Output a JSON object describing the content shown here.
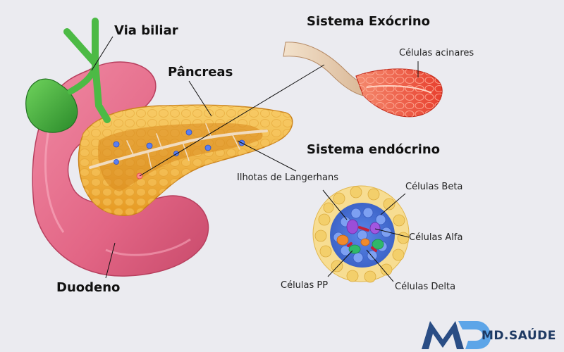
{
  "headings": {
    "exocrine": "Sistema Exócrino",
    "endocrine": "Sistema endócrino"
  },
  "labels": {
    "bile_duct": "Via biliar",
    "pancreas": "Pâncreas",
    "duodenum": "Duodeno",
    "acinar_cells": "Células acinares",
    "islets": "Ilhotas de Langerhans",
    "beta_cells": "Células Beta",
    "alpha_cells": "Células Alfa",
    "pp_cells": "Células PP",
    "delta_cells": "Células Delta"
  },
  "logo": {
    "monogram": "MD",
    "text": "MD.SAÚDE"
  },
  "colors": {
    "background": "#ebebf0",
    "duodenum": "#e5718f",
    "pancreas": "#f2b33a",
    "gallbladder": "#3fae3a",
    "acinar": "#ee5a40",
    "beta_cell": "#6a8fe0",
    "islet_outer": "#f5d98a",
    "brand": "#1f3a63"
  }
}
